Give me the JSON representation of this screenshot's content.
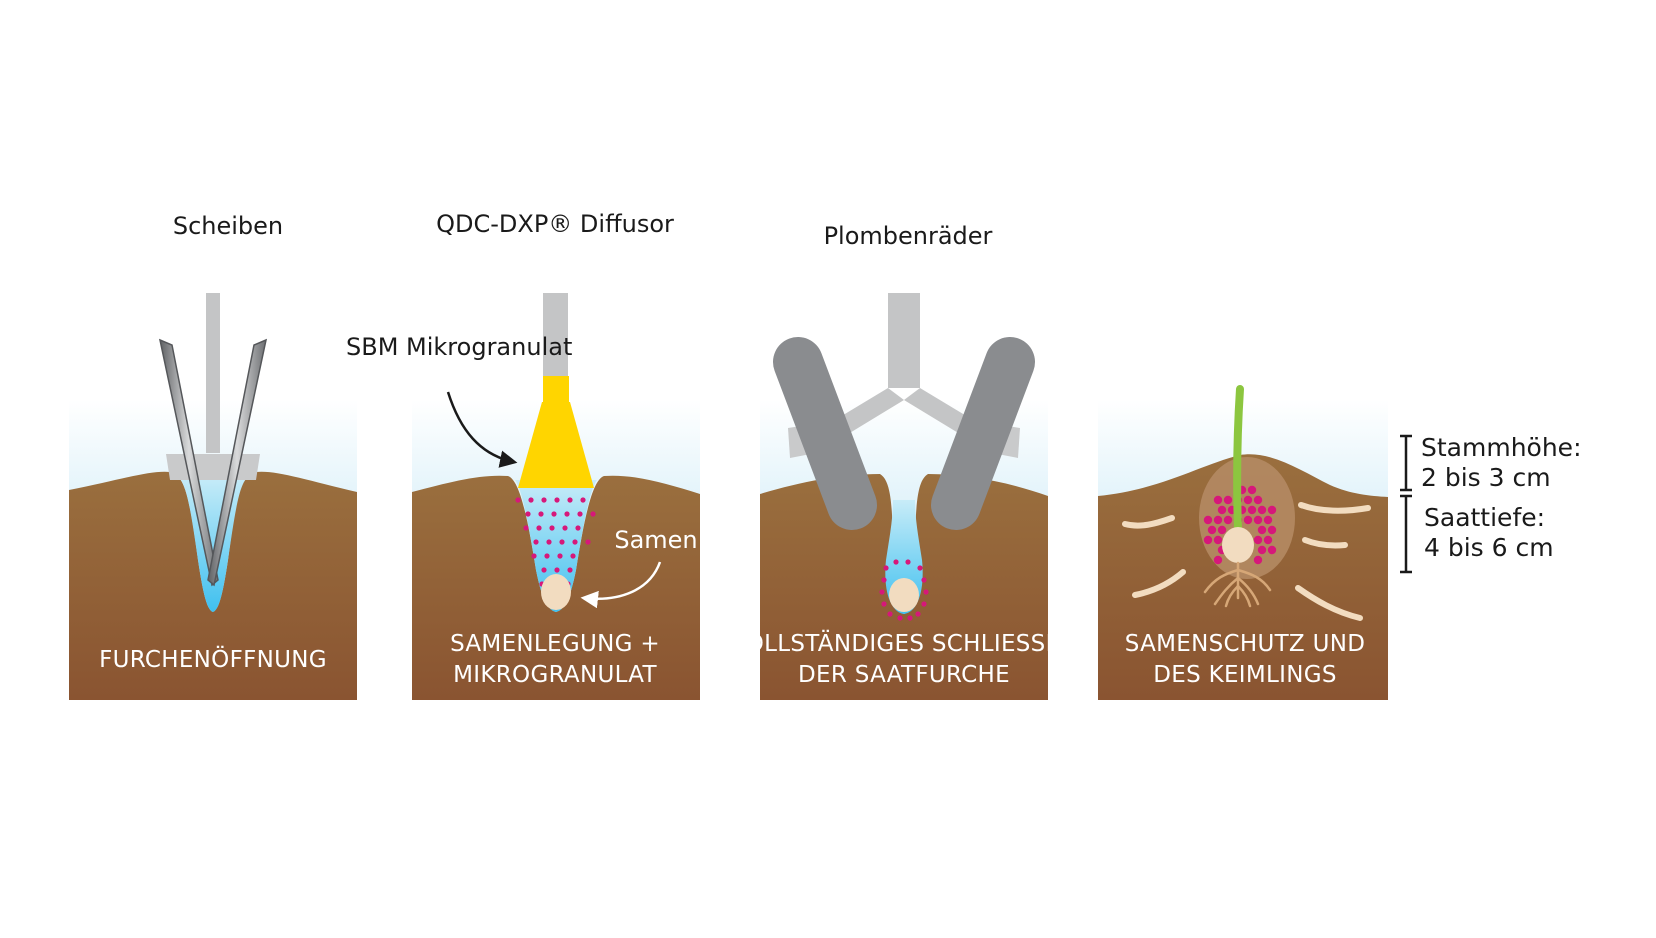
{
  "panels": [
    {
      "tool_label": "Scheiben",
      "caption": [
        "FURCHENÖFFNUNG"
      ]
    },
    {
      "tool_label": "QDC-DXP® Diffusor",
      "caption": [
        "SAMENLEGUNG +",
        "MIKROGRANULAT"
      ]
    },
    {
      "tool_label": "Plombenräder",
      "caption": [
        "VOLLSTÄNDIGES SCHLIESSEN",
        "DER SAATFURCHE"
      ]
    },
    {
      "tool_label": "",
      "caption": [
        "SAMENSCHUTZ UND",
        "DES KEIMLINGS"
      ]
    }
  ],
  "annotations": {
    "microgranulate": "SBM Mikrogranulat",
    "seed": "Samen"
  },
  "measurements": {
    "stem_height_label": "Stammhöhe:",
    "stem_height_value": "2 bis 3 cm",
    "sowing_depth_label": "Saattiefe:",
    "sowing_depth_value": "4 bis 6 cm"
  },
  "colors": {
    "soil": "#8b5e34",
    "sky": "#bfe6f5",
    "furrow": "#3fc0ef",
    "tool_dark": "#8a8c8f",
    "tool_light": "#c4c5c6",
    "diffusor": "#ffd500",
    "granule": "#d6187a",
    "seed": "#f2dcc0",
    "sprout": "#8cc63f"
  }
}
